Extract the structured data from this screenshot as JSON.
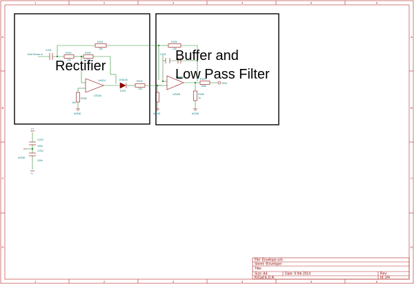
{
  "colors": {
    "frame": "#b22222",
    "wire": "#2e8b2e",
    "component": "#8b0000",
    "block": "#000000",
    "label": "#007a7a"
  },
  "frame": {
    "columns": [
      "1",
      "2",
      "3",
      "4",
      "5",
      "6"
    ],
    "rows": [
      "A",
      "B",
      "C",
      "D"
    ]
  },
  "blocks": {
    "rectifier": "Rectifier",
    "buffer_line1": "Buffer and",
    "buffer_line2": "Low Pass Filter"
  },
  "components": {
    "input_label": "Mod Sense In",
    "c201": "C201",
    "r201": "R201",
    "r201_val": "10k",
    "r202": "R202",
    "r202_val": "10k",
    "r203": "R203",
    "r203_val": "10k",
    "u202a": "LM324",
    "u202a_ref": "U202A",
    "d201": "1N4148",
    "d201_ref": "D201",
    "r204": "R204",
    "r204_val": "10k",
    "r205": "R205",
    "r205_val": "10k",
    "r206": "R206",
    "r206_val": "10k",
    "c202": "C202",
    "u202b": "LM324",
    "u202b_ref": "U202B",
    "r207": "R207",
    "r207_val": "100k",
    "r208": "R208",
    "r208_val": "1k",
    "out_label": "ENV",
    "agnd1": "AGND",
    "agnd2": "AGND",
    "agnd3": "AGND",
    "c203": "C203",
    "c203_val": "100n",
    "c204": "C204",
    "c204_val": "100n",
    "pwr_gnd": "AGND",
    "pwr_v": "V+",
    "pwr_vm": "V-"
  },
  "title_block": {
    "file": "File: Envelope.sch",
    "sheet": "Sheet: /Envelope/",
    "title": "Title:",
    "size": "Size: A4",
    "date": "Date: 9 feb 2014",
    "rev": "Rev:",
    "kicad": "KiCad E.D.A.",
    "id": "Id: 2/4"
  }
}
